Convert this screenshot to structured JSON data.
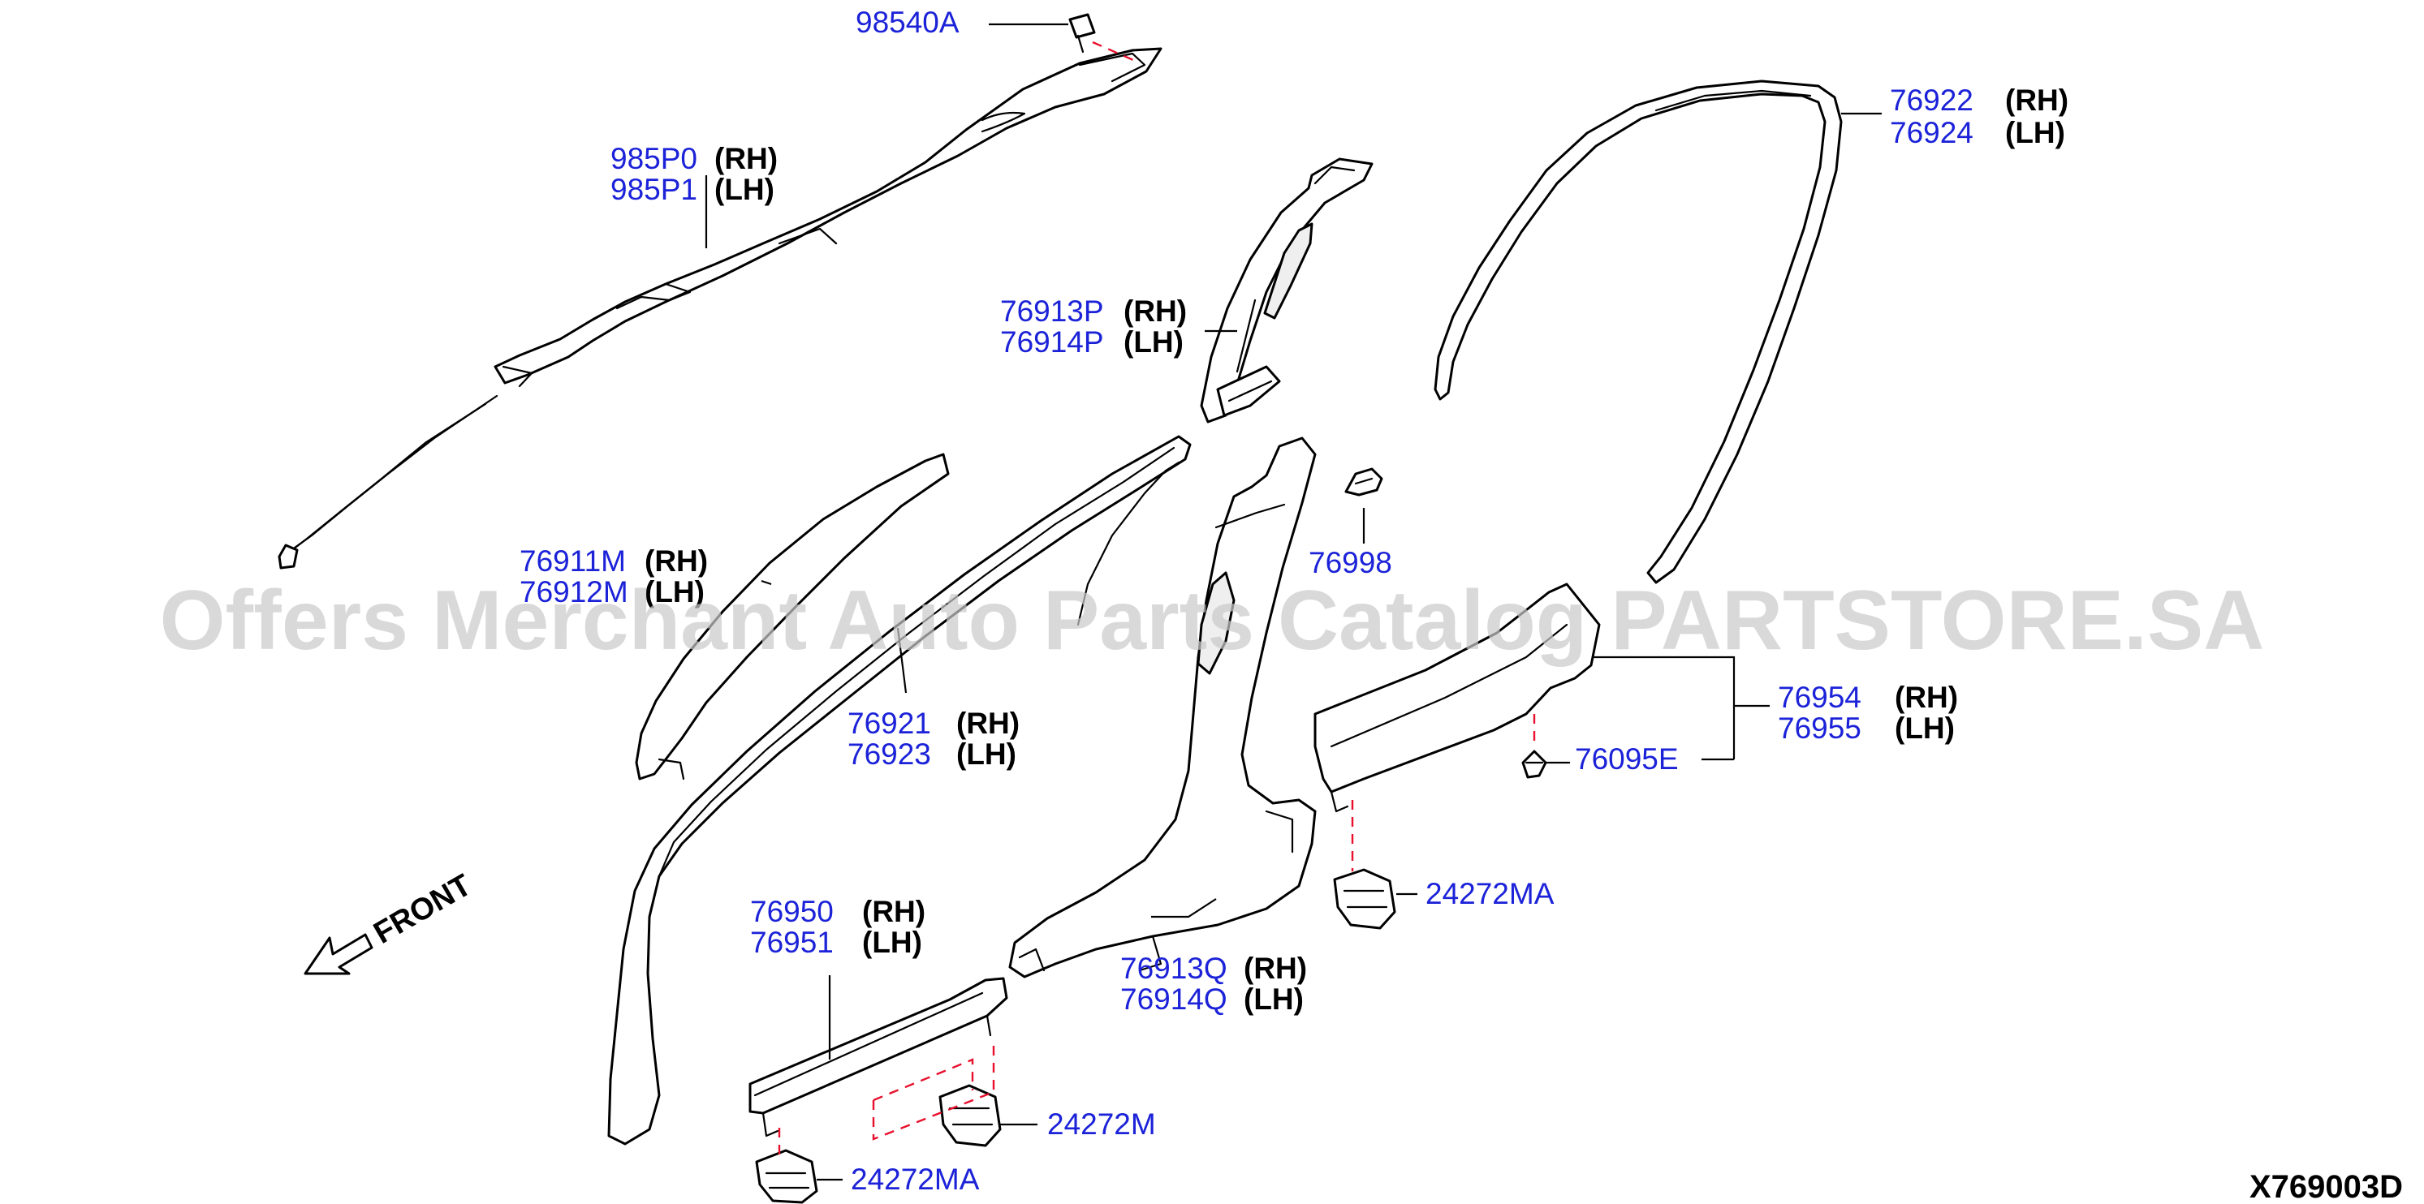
{
  "watermark": "Offers Merchant Auto Parts Catalog PARTSTORE.SA",
  "diagram_code": "X769003D",
  "front_label": "FRONT",
  "callouts": {
    "p98540A": "98540A",
    "p985P0": "985P0",
    "p985P1": "985P1",
    "p76913P": "76913P",
    "p76914P": "76914P",
    "p76922": "76922",
    "p76924": "76924",
    "p76911M": "76911M",
    "p76912M": "76912M",
    "p76998": "76998",
    "p76921": "76921",
    "p76923": "76923",
    "p76954": "76954",
    "p76955": "76955",
    "p76095E": "76095E",
    "p24272MA_top": "24272MA",
    "p76950": "76950",
    "p76951": "76951",
    "p76913Q": "76913Q",
    "p76914Q": "76914Q",
    "p24272M": "24272M",
    "p24272MA_bottom": "24272MA"
  },
  "sides": {
    "rh": "(RH)",
    "lh": "(LH)"
  }
}
